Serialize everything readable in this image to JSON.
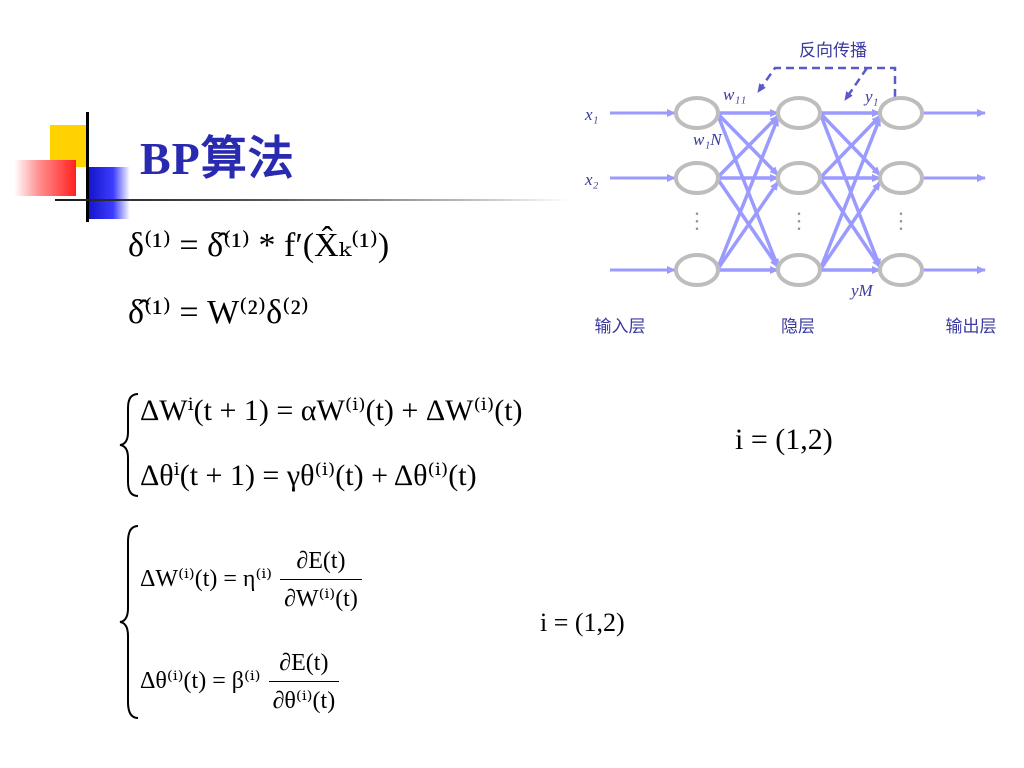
{
  "slide": {
    "title": "BP算法"
  },
  "equations": {
    "eq1": "δ⁽¹⁾ = δ̂⁽¹⁾ * f′(X̂ₖ⁽¹⁾)",
    "eq2": "δ̂⁽¹⁾ = W⁽²⁾δ⁽²⁾",
    "eq3": "ΔWⁱ(t + 1) = αW⁽ⁱ⁾(t) + ΔW⁽ⁱ⁾(t)",
    "eq4": "Δθⁱ(t + 1) = γθ⁽ⁱ⁾(t) + Δθ⁽ⁱ⁾(t)",
    "cond1": "i = (1,2)",
    "eq5_lhs": "ΔW⁽ⁱ⁾(t) = η⁽ⁱ⁾",
    "eq5_num": "∂E(t)",
    "eq5_den": "∂W⁽ⁱ⁾(t)",
    "eq6_lhs": "Δθ⁽ⁱ⁾(t) = β⁽ⁱ⁾",
    "eq6_num": "∂E(t)",
    "eq6_den": "∂θ⁽ⁱ⁾(t)",
    "cond2": "i = (1,2)"
  },
  "diagram": {
    "backprop_label": "反向传播",
    "x1_label": "x₁",
    "x2_label": "x₂",
    "w11_label": "w₁₁",
    "w1n_label": "w₁N",
    "y1_label": "y₁",
    "ym_label": "yM",
    "ellipsis_in": "⋮",
    "ellipsis_hidden": "⋮",
    "ellipsis_out": "⋮",
    "input_layer_label": "输入层",
    "hidden_layer_label": "隐层",
    "output_layer_label": "输出层",
    "colors": {
      "edge": "#9a9aff",
      "node_stroke": "#bdbdbd",
      "label": "#3a3aa0",
      "dashed": "#5a5ac8"
    }
  }
}
